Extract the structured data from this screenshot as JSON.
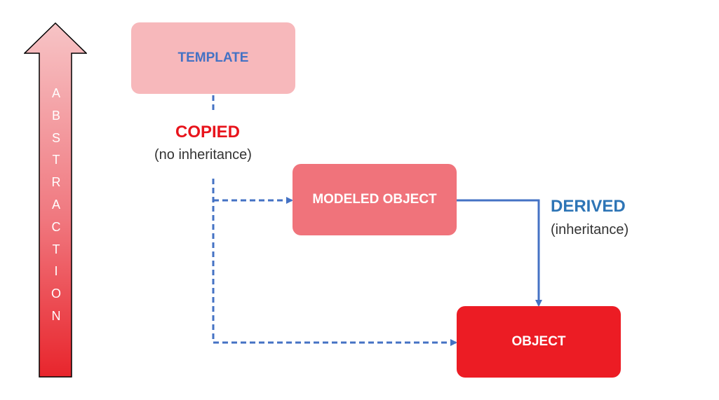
{
  "nodes": {
    "template": {
      "label": "TEMPLATE"
    },
    "modeled_object": {
      "label": "MODELED OBJECT"
    },
    "object": {
      "label": "OBJECT"
    }
  },
  "relations": {
    "copied": {
      "title": "COPIED",
      "subtitle": "(no inheritance)"
    },
    "derived": {
      "title": "DERIVED",
      "subtitle": "(inheritance)"
    }
  },
  "abstraction": {
    "letters": [
      "A",
      "B",
      "S",
      "T",
      "R",
      "A",
      "C",
      "T",
      "I",
      "O",
      "N"
    ]
  },
  "colors": {
    "template_fill": "#f7b8bb",
    "template_text": "#4472c4",
    "modeled_fill": "#f0737b",
    "object_fill": "#ec1c24",
    "connector": "#4472c4",
    "copied_text": "#e8141c",
    "derived_text": "#2e75b6",
    "arrow_top": "#f7c4c6",
    "arrow_bottom": "#e8252c"
  }
}
